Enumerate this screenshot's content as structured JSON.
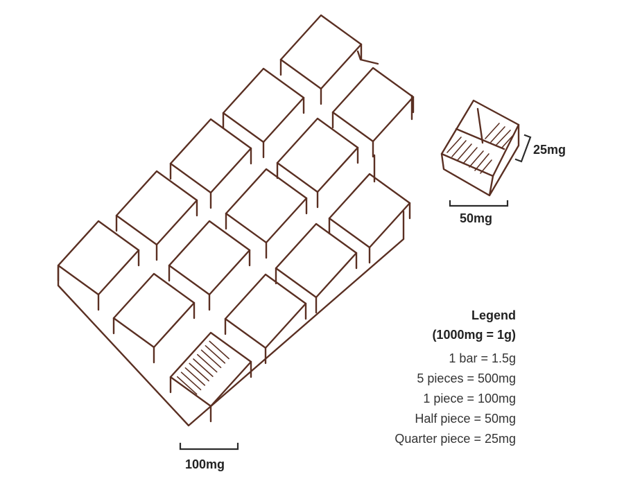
{
  "diagram": {
    "piece_scale_label": "100mg",
    "half_scale_label": "50mg",
    "quarter_scale_label": "25mg"
  },
  "legend": {
    "title": "Legend",
    "subtitle": "(1000mg = 1g)",
    "items": [
      "1 bar = 1.5g",
      "5 pieces = 500mg",
      "1 piece = 100mg",
      "Half piece = 50mg",
      "Quarter piece = 25mg"
    ]
  },
  "colors": {
    "ink": "#5a2f22",
    "text": "#222222"
  }
}
